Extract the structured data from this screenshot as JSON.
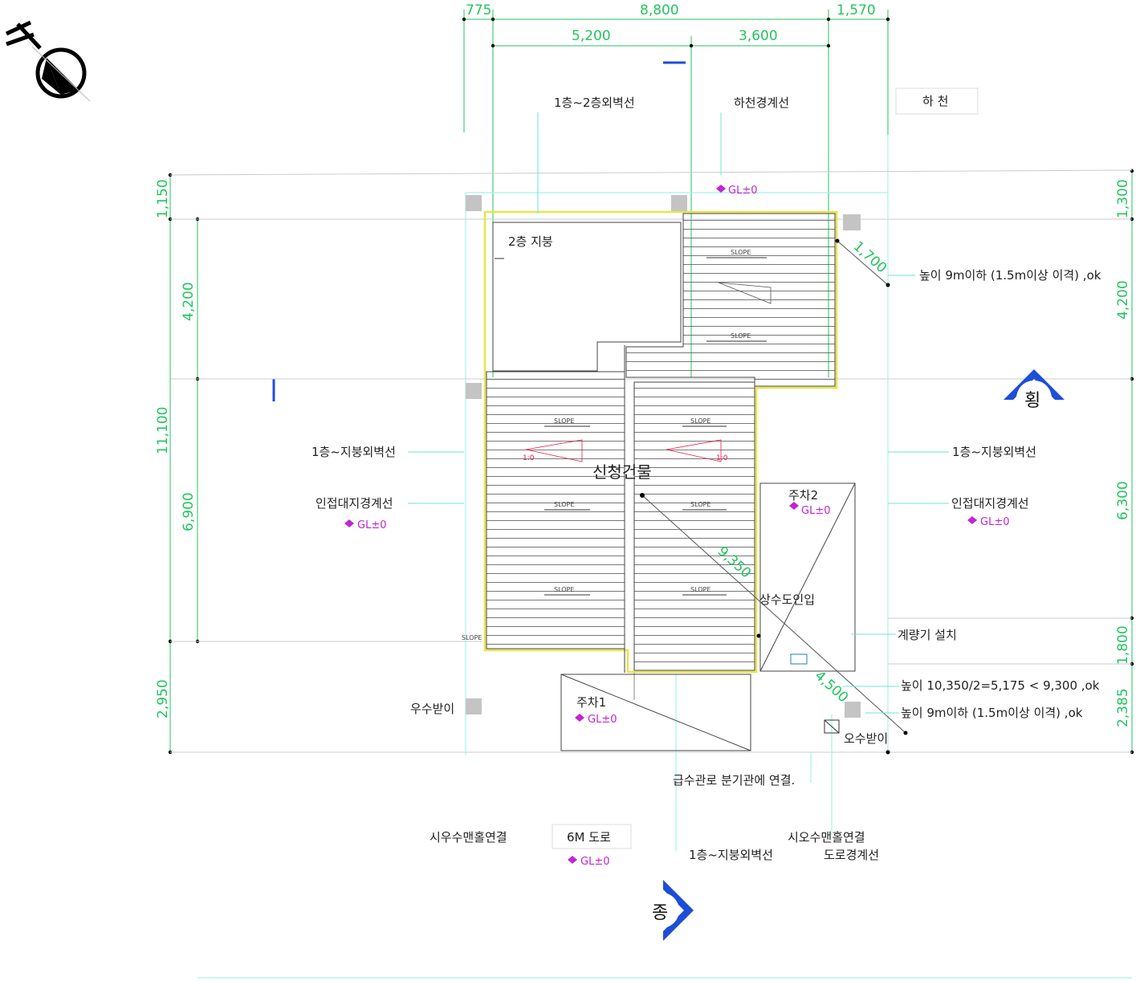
{
  "dimensions": {
    "top": {
      "d775": "775",
      "d8800": "8,800",
      "d1570": "1,570",
      "d5200": "5,200",
      "d3600": "3,600"
    },
    "left": {
      "d1150": "1,150",
      "d4200": "4,200",
      "d11100": "11,100",
      "d6900": "6,900",
      "d2950": "2,950"
    },
    "right": {
      "d1300": "1,300",
      "d4200": "4,200",
      "d6300": "6,300",
      "d1800": "1,800",
      "d2385": "2,385"
    },
    "diag": {
      "d1700": "1,700",
      "d9350": "9,350",
      "d4500": "4,500"
    }
  },
  "labels": {
    "wall_1_2": "1층~2층외벽선",
    "river_boundary": "하천경계선",
    "river": "하 천",
    "gl_top": "GL±0",
    "roof_2f": "2층 지붕",
    "height_note_1": "높이 9m이하 (1.5m이상 이격) ,ok",
    "wall_left": "1층~지붕외벽선",
    "wall_right": "1층~지붕외벽선",
    "building": "신청건물",
    "adj_left": "인접대지경계선",
    "adj_right": "인접대지경계선",
    "gl_left": "GL±0",
    "gl_right": "GL±0",
    "parking2": "주차2",
    "gl_p2": "GL±0",
    "water_in": "상수도인입",
    "meter": "계량기 설치",
    "height_note_2": "높이 10,350/2=5,175 < 9,300 ,ok",
    "height_note_3": "높이 9m이하 (1.5m이상 이격) ,ok",
    "rain_left": "우수받이",
    "parking1": "주차1",
    "gl_p1": "GL±0",
    "sewage": "오수받이",
    "water_branch": "급수관로 분기관에 연결.",
    "rain_manhole": "시우수맨홀연결",
    "road6m": "6M 도로",
    "gl_road": "GL±0",
    "sewage_manhole": "시오수맨홀연결",
    "wall_bottom": "1층~지붕외벽선",
    "road_boundary": "도로경계선",
    "section_h": "횡",
    "section_v": "종",
    "slope": "SLOPE",
    "ratio": "1:0"
  },
  "colors": {
    "dim": "#22c55e",
    "ref_line": "#6ee7d8",
    "roof_outline": "#e7e64a",
    "hatch": "#555555",
    "gl_mark": "#c026d3",
    "section_arrow": "#1d4ed8"
  },
  "icons": {
    "north": "north-arrow-icon",
    "section": "section-marker-icon",
    "level": "level-mark-icon"
  }
}
